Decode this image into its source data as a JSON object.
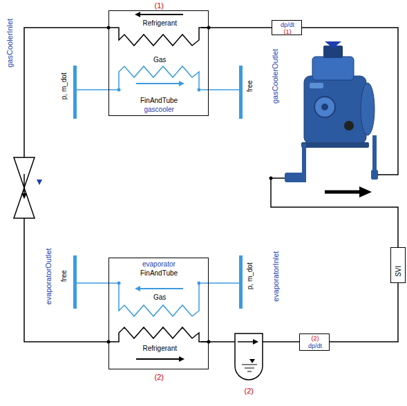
{
  "diagram": {
    "nodes": [
      {
        "text": [
          "(1)",
          "FinAndTube",
          "gascooler"
        ]
      },
      {
        "text": [
          "Refrigerant"
        ],
        "in": 0
      },
      {
        "text": [
          "Gas"
        ],
        "in": 0
      },
      {
        "text": [
          "dp/dt",
          "(1)"
        ]
      },
      {
        "text": [
          "p, m_dot",
          "gasCoolerInlet"
        ]
      },
      {
        "text": [
          "free",
          "gasCoolerOutlet"
        ]
      },
      {
        "text": [
          "SVI"
        ]
      },
      {
        "text": [
          "free",
          "evaporatorOutlet"
        ]
      },
      {
        "text": [
          "evaporator",
          "FinAndTube",
          "(2)"
        ]
      },
      {
        "text": [
          "Gas"
        ],
        "in": 8
      },
      {
        "text": [
          "Refrigerant"
        ],
        "in": 8
      },
      {
        "text": [
          "p, m_dot",
          "evaporatorInlet"
        ]
      },
      {
        "text": [
          "(2)"
        ]
      },
      {
        "text": [
          "(2)",
          "dp/dt"
        ]
      }
    ],
    "edges": [
      {
        "from": 4,
        "to": 2,
        "arrow": "none"
      },
      {
        "from": 2,
        "to": 5,
        "arrow": "none"
      },
      {
        "from": 1,
        "to": 3,
        "arrow": "none"
      },
      {
        "from": 11,
        "to": 9,
        "arrow": "none"
      },
      {
        "from": 9,
        "to": 7,
        "arrow": "none"
      },
      {
        "from": 10,
        "to": 12,
        "arrow": "none"
      },
      {
        "from": 12,
        "to": 13,
        "arrow": "none"
      },
      {
        "from": 13,
        "to": 6,
        "arrow": "none"
      }
    ]
  }
}
